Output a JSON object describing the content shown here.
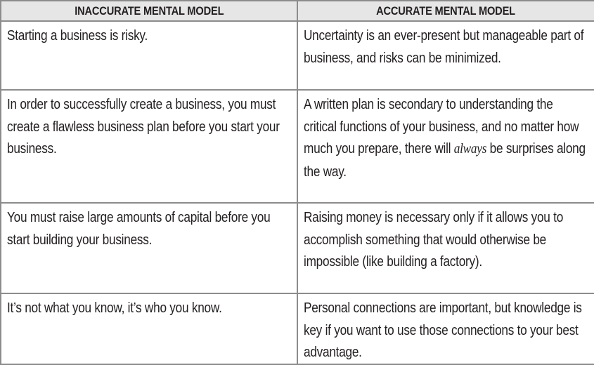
{
  "table": {
    "headers": [
      "INACCURATE MENTAL MODEL",
      "ACCURATE MENTAL MODEL"
    ],
    "header_background": "#e6e6e6",
    "border_color": "#8c8c8c",
    "rows": [
      {
        "inaccurate": "Starting a business is risky.",
        "accurate": "Uncertainty is an ever-present but manageable part of business, and risks can be minimized."
      },
      {
        "inaccurate": "In order to successfully create a business, you must create a flawless business plan before you start your business.",
        "accurate_before": "A written plan is secondary to understanding the critical functions of your business, and no matter how much you prepare, there will ",
        "accurate_emphasis": "always",
        "accurate_after": " be surprises along the way."
      },
      {
        "inaccurate": "You must raise large amounts of capital before you start building your business.",
        "accurate": "Raising money is necessary only if it allows you to accomplish something that would otherwise be impossible (like building a factory)."
      },
      {
        "inaccurate": "It’s not what you know, it’s who you know.",
        "accurate": "Personal connections are important, but knowledge is key if you want to use those connections to your best advantage."
      }
    ]
  }
}
